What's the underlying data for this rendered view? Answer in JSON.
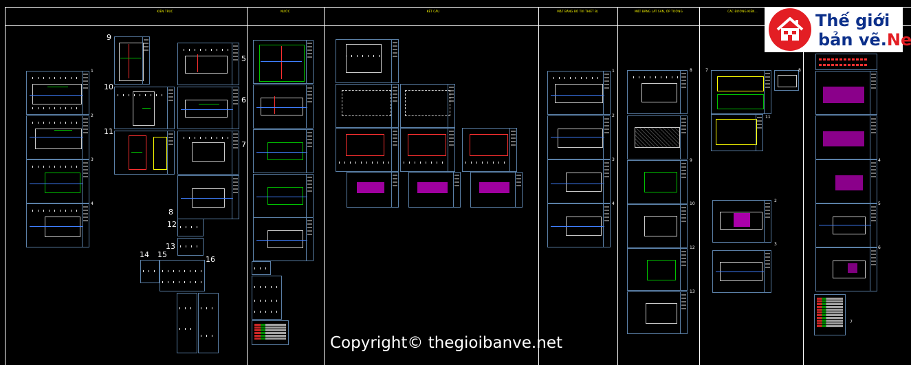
{
  "columns": [
    {
      "title": "KIẾN TRÚC"
    },
    {
      "title": "NƯỚC"
    },
    {
      "title": "KẾT CẤU"
    },
    {
      "title": "MẶT BẰNG BỐ TRÍ THIẾT BỊ"
    },
    {
      "title": "MẶT BẰNG LÁT SÀN, ỐP TƯỜNG"
    },
    {
      "title": "CÁC ĐƯỜNG KIẾN..."
    }
  ],
  "sheet_numbers": {
    "kt_left": [
      "1",
      "2",
      "3",
      "4"
    ],
    "kt_mid": [
      "9",
      "10",
      "11"
    ],
    "kt_right": [
      "5",
      "6",
      "7",
      "8"
    ],
    "kt_details": [
      "12",
      "13",
      "14",
      "15",
      "16"
    ],
    "tb": [
      "1",
      "2",
      "3",
      "4"
    ],
    "ls": [
      "8",
      "9",
      "10",
      "12",
      "13"
    ],
    "dk": [
      "7",
      "8",
      "11",
      "2",
      "3"
    ],
    "right_col": [
      "4",
      "5",
      "6",
      "7"
    ]
  },
  "copyright": "Copyright© thegioibanve.net",
  "logo": {
    "line1": "Thế giới",
    "line2_prefix": "bản vẽ.",
    "line2_net": "Net",
    "colors": {
      "brand_red": "#e31e24",
      "brand_blue": "#0b2f8a"
    },
    "icon": "house-icon"
  },
  "colors": {
    "background": "#000000",
    "frame": "#ffffff",
    "sheet_border": "#5a7fa6",
    "title_text": "#ffff00"
  }
}
